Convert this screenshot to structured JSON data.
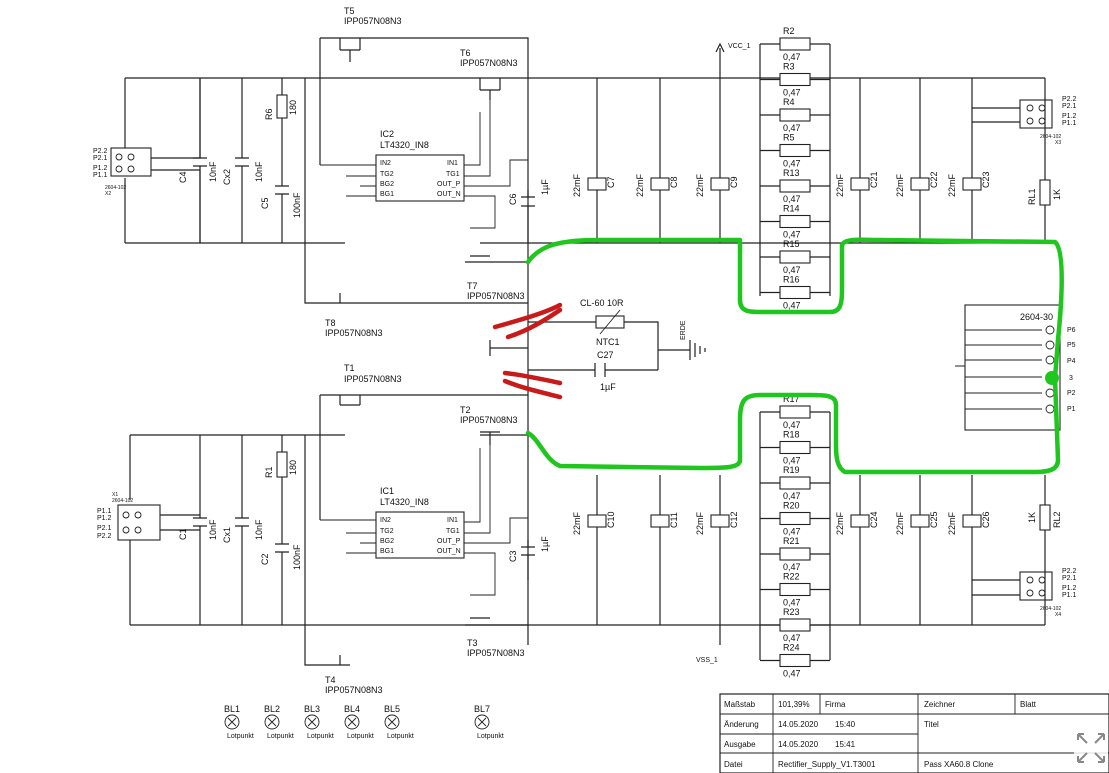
{
  "parts": {
    "t1": "T1",
    "t2": "T2",
    "t3": "T3",
    "t4": "T4",
    "t5": "T5",
    "t6": "T6",
    "t7": "T7",
    "t8": "T8",
    "mosfet": "IPP057N08N3",
    "ic1": "IC1",
    "ic2": "IC2",
    "ic_type": "LT4320_IN8",
    "pin_in2": "IN2",
    "pin_tg2": "TG2",
    "pin_bg2": "BG2",
    "pin_bg1": "BG1",
    "pin_in1": "IN1",
    "pin_tg1": "TG1",
    "pin_outp": "OUT_P",
    "pin_outn": "OUT_N",
    "r1": "R1",
    "r6": "R6",
    "r_val": "180",
    "c1": "C1",
    "c2": "C2",
    "c3": "C3",
    "c4": "C4",
    "c5": "C5",
    "c6": "C6",
    "cx1": "Cx1",
    "cx2": "Cx2",
    "v10nf": "10nF",
    "v100nf": "100nF",
    "v1uf": "1µF",
    "v22mf": "22mF",
    "c7": "C7",
    "c8": "C8",
    "c9": "C9",
    "c10": "C10",
    "c11": "C11",
    "c12": "C12",
    "c21": "C21",
    "c22": "C22",
    "c23": "C23",
    "c24": "C24",
    "c25": "C25",
    "c26": "C26",
    "c27": "C27",
    "rs_top": [
      "R2",
      "R3",
      "R4",
      "R5",
      "R13",
      "R14",
      "R15",
      "R16"
    ],
    "rs_bot": [
      "R17",
      "R18",
      "R19",
      "R20",
      "R21",
      "R22",
      "R23",
      "R24"
    ],
    "r047": "0,47",
    "rl1": "RL1",
    "rl2": "RL2",
    "v1k": "1K",
    "vcc": "VCC_1",
    "vss": "VSS_1",
    "ntc_type": "CL-60 10R",
    "ntc": "NTC1",
    "erde": "ERDE",
    "conn_main": "2604-30",
    "conn_small": "2604-102",
    "p6": "P6",
    "p5": "P5",
    "p4": "P4",
    "p3": "3",
    "p2": "P2",
    "p1": "P1",
    "p22": "P2.2",
    "p21": "P2.1",
    "p12": "P1.2",
    "p11": "P1.1",
    "x1": "X1",
    "x2": "X2",
    "x3": "X3",
    "x4": "X4",
    "bl": [
      "BL1",
      "BL2",
      "BL3",
      "BL4",
      "BL5",
      "BL7"
    ],
    "lotpunkt": "Lotpunkt"
  },
  "title_block": {
    "massstab_label": "Maßstab",
    "massstab": "101,39%",
    "firma_label": "Firma",
    "zeichner_label": "Zeichner",
    "blatt_label": "Blatt",
    "aenderung_label": "Änderung",
    "aenderung_date": "14.05.2020",
    "aenderung_time": "15:40",
    "titel_label": "Titel",
    "ausgabe_label": "Ausgabe",
    "ausgabe_date": "14.05.2020",
    "ausgabe_time": "15:41",
    "datei_label": "Datei",
    "datei": "Rectifier_Supply_V1.T3001",
    "title_value": "Pass XA60.8 Clone"
  },
  "ui": {
    "fullscreen_icon": "expand-arrows-icon"
  }
}
